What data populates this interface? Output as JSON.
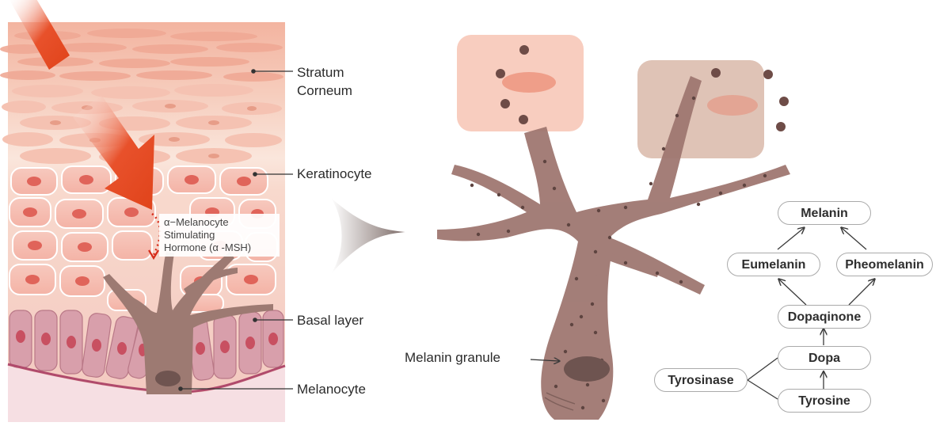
{
  "labels": {
    "stratum_corneum": "Stratum\nCorneum",
    "keratinocyte": "Keratinocyte",
    "alpha_msh": "α−Melanocyte\nStimulating\nHormone (α -MSH)",
    "basal_layer": "Basal layer",
    "melanocyte": "Melanocyte",
    "melanin_granule": "Melanin granule"
  },
  "pathway": {
    "melanin": "Melanin",
    "eumelanin": "Eumelanin",
    "pheomelanin": "Pheomelanin",
    "dopaquinone": "Dopaqinone",
    "dopa": "Dopa",
    "tyrosine": "Tyrosine",
    "tyrosinase": "Tyrosinase"
  },
  "colors": {
    "uv_ray": "#e8461c",
    "keratinocyte": "#f3a595",
    "melanocyte": "#9e7670",
    "basal_cell": "#d9a0aa"
  }
}
